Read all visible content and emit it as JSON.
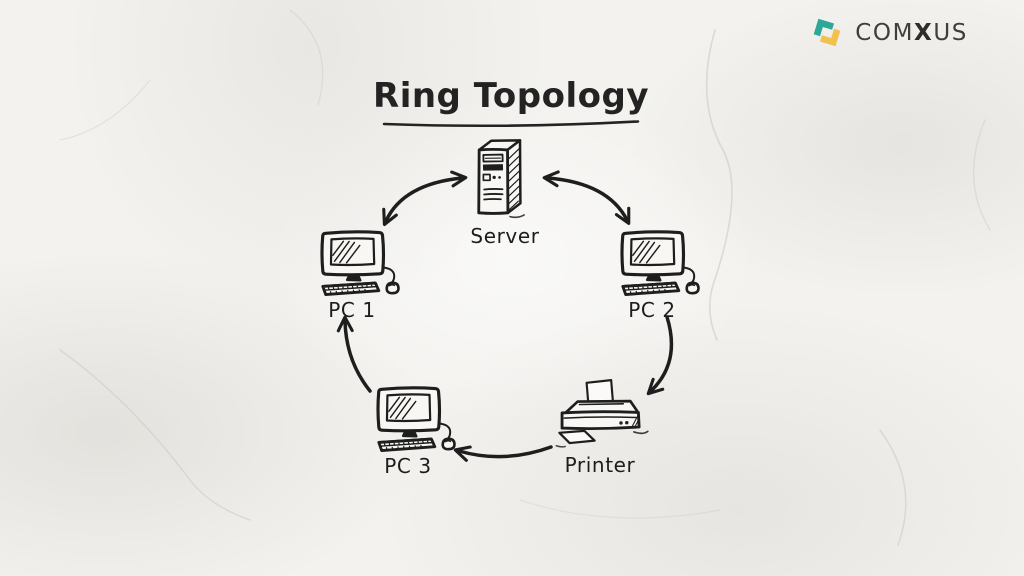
{
  "title": {
    "text": "Ring Topology"
  },
  "brand": {
    "name": "COMXUS",
    "name_pre": "COM",
    "name_bold": "X",
    "name_post": "US",
    "icon": "interlocked-chevrons-logo-icon",
    "colors": {
      "teal": "#2EA79B",
      "yellow": "#F2C14D",
      "text": "#3E3E3E"
    }
  },
  "diagram": {
    "type": "network-topology",
    "topology": "ring",
    "style": "hand-drawn-sketch",
    "ink_color": "#1E1E1E",
    "background_color": "#F3F2EF",
    "nodes": [
      {
        "id": "server",
        "label": "Server",
        "icon": "server-tower-icon"
      },
      {
        "id": "pc1",
        "label": "PC 1",
        "icon": "desktop-computer-icon"
      },
      {
        "id": "pc2",
        "label": "PC 2",
        "icon": "desktop-computer-icon"
      },
      {
        "id": "pc3",
        "label": "PC 3",
        "icon": "desktop-computer-icon"
      },
      {
        "id": "printer",
        "label": "Printer",
        "icon": "printer-icon"
      }
    ],
    "connections": [
      {
        "from": "pc1",
        "to": "server",
        "bidirectional": true
      },
      {
        "from": "server",
        "to": "pc2",
        "bidirectional": true
      },
      {
        "from": "pc2",
        "to": "printer",
        "bidirectional": false
      },
      {
        "from": "printer",
        "to": "pc3",
        "bidirectional": false
      },
      {
        "from": "pc3",
        "to": "pc1",
        "bidirectional": false
      }
    ]
  }
}
